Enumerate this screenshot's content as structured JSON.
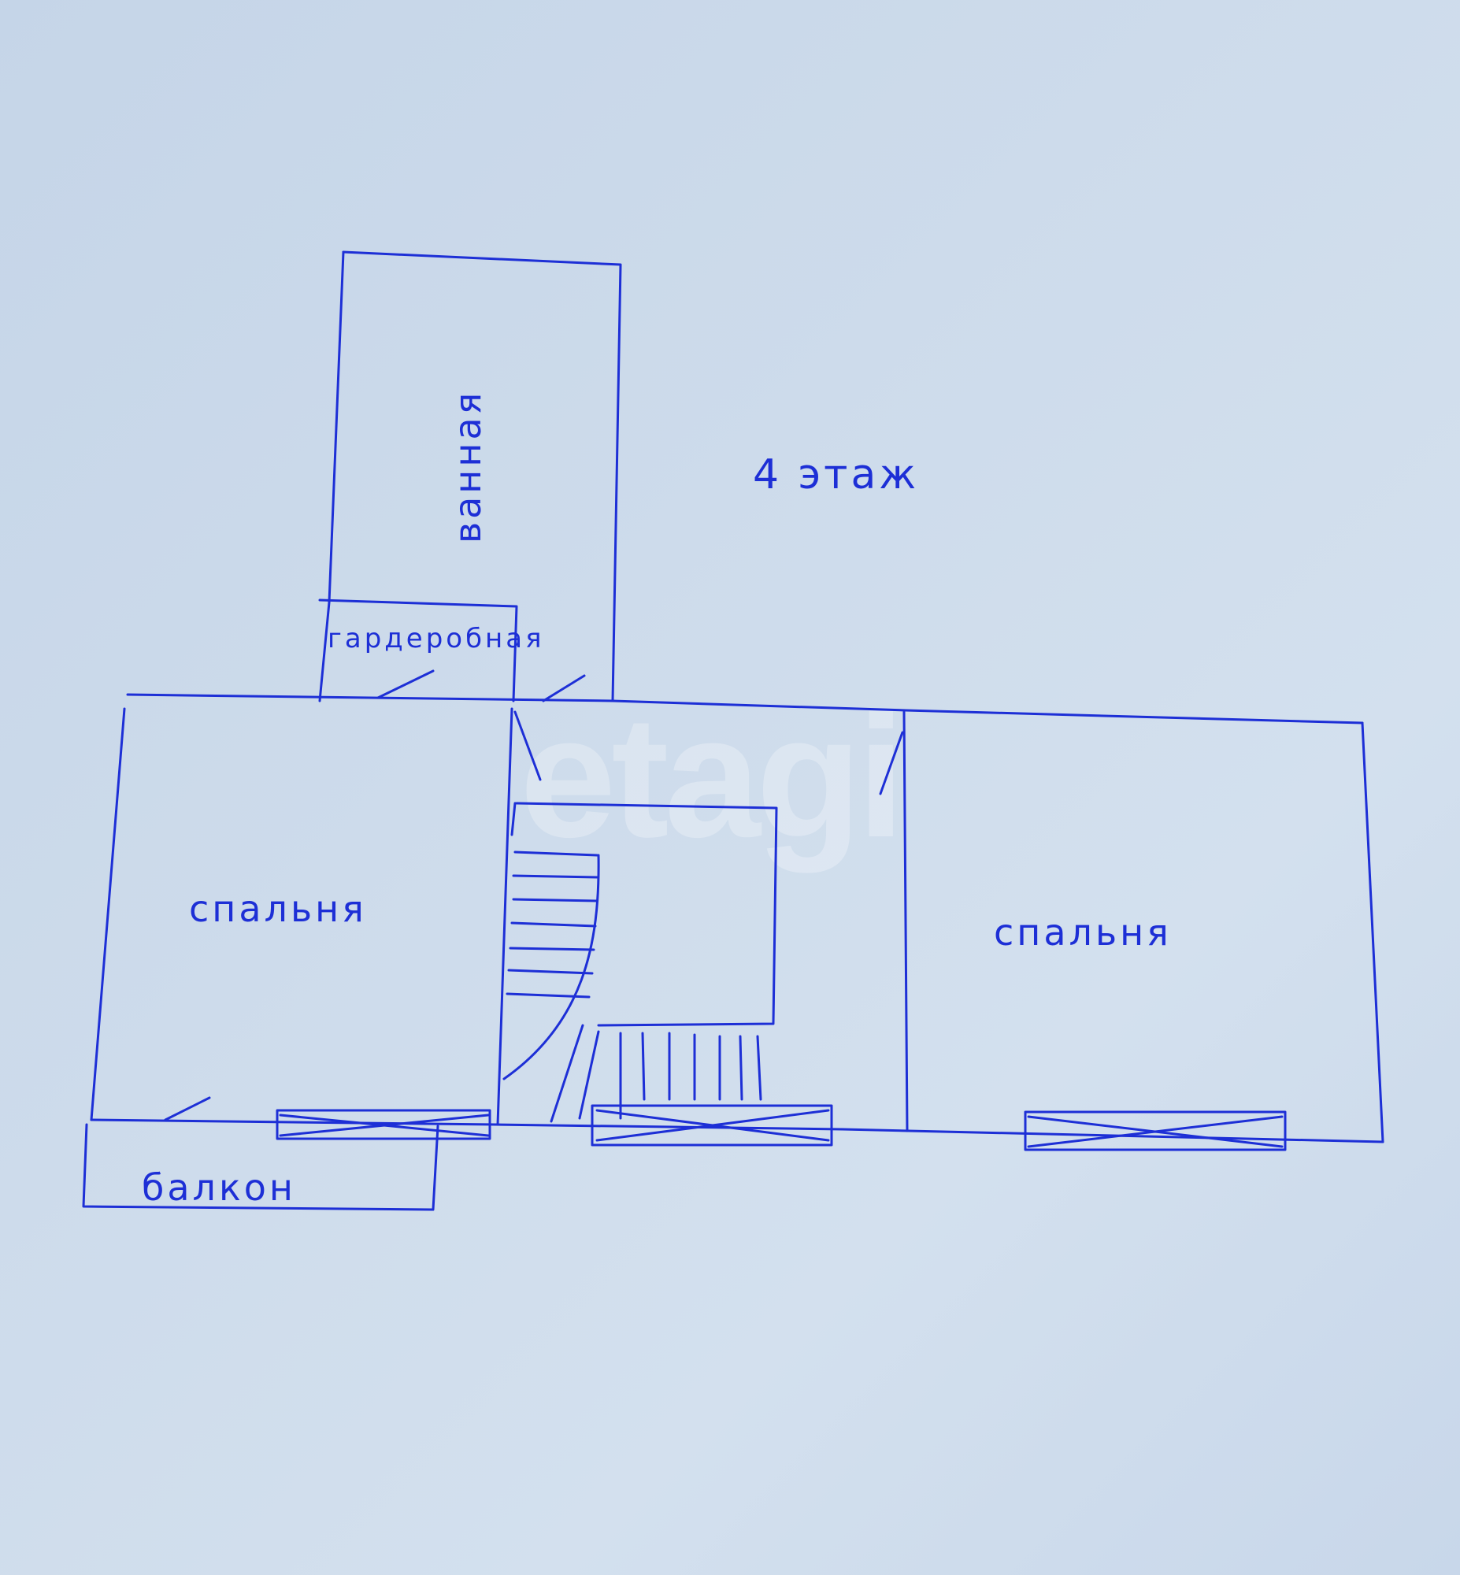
{
  "plan": {
    "floor_label": "4 этаж",
    "rooms": {
      "bathroom": "ванная",
      "wardrobe": "гардеробная",
      "bedroom_left": "спальня",
      "bedroom_right": "спальня",
      "balcony": "балкон"
    },
    "watermark": "etagi"
  },
  "colors": {
    "ink": "#1d2fd6",
    "paper": "#c9d8ea"
  }
}
